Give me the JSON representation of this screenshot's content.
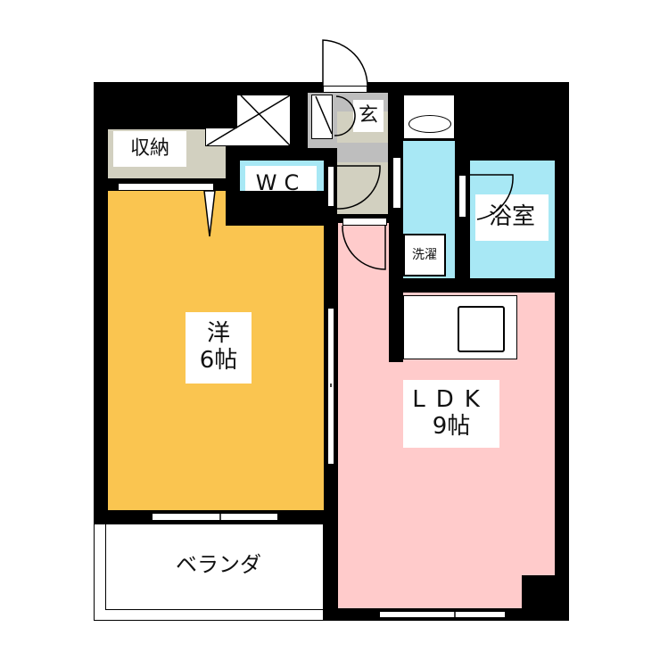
{
  "floorplan": {
    "title": "1LDK floor plan",
    "colors": {
      "wall": "#000000",
      "western_room": "#FAC550",
      "ldk": "#FFCBCB",
      "water_area": "#A8E8F5",
      "storage_hall": "#D2D0C0",
      "entrance_floor": "#BEBEBE",
      "veranda": "#FFFFFF"
    },
    "rooms": {
      "storage": {
        "label": "収納"
      },
      "entrance": {
        "label": "玄"
      },
      "wc": {
        "label": "WC"
      },
      "bathroom": {
        "label": "浴室"
      },
      "washer": {
        "label": "洗濯"
      },
      "western": {
        "type": "洋",
        "size": "6帖"
      },
      "ldk": {
        "type": "LDK",
        "size": "9帖"
      },
      "veranda": {
        "label": "ベランダ"
      }
    }
  }
}
